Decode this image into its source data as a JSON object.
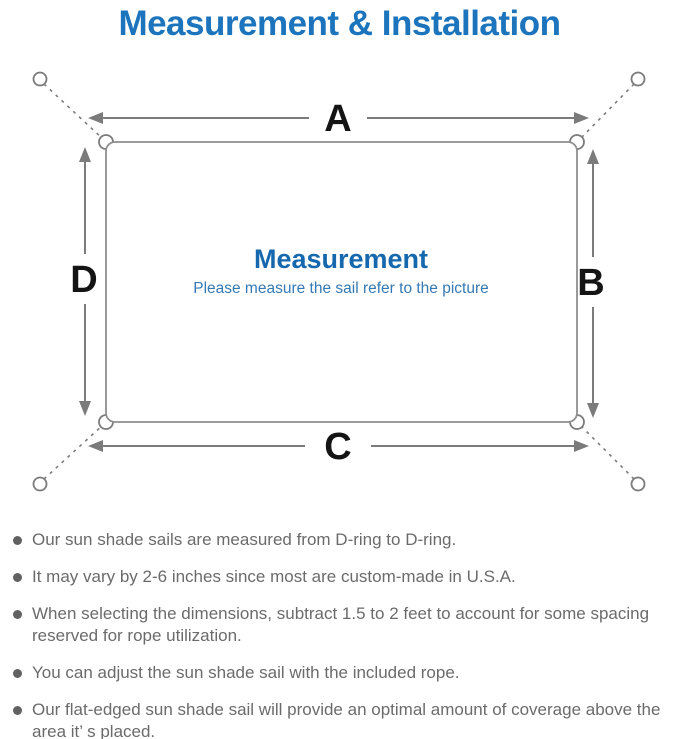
{
  "title": "Measurement & Installation",
  "diagram": {
    "labels": {
      "top": "A",
      "right": "B",
      "bottom": "C",
      "left": "D"
    },
    "center_title": "Measurement",
    "center_subtitle": "Please measure the sail refer to the picture"
  },
  "notes": [
    "Our sun shade sails are measured from D-ring to D-ring.",
    "It may vary by 2-6 inches since most are custom-made in U.S.A.",
    "When selecting the dimensions, subtract 1.5 to 2 feet to account for some spacing reserved for rope utilization.",
    "You can adjust the sun shade sail with the included rope.",
    "Our flat-edged sun shade sail will provide an optimal amount of coverage above the area it’ s placed."
  ],
  "colors": {
    "title-blue": "#1b74bc",
    "center-blue": "#1668ae",
    "subtitle-blue": "#3579b5",
    "line-gray": "#7b7b7b",
    "label-black": "#141414",
    "note-gray": "#6b6b6b"
  }
}
